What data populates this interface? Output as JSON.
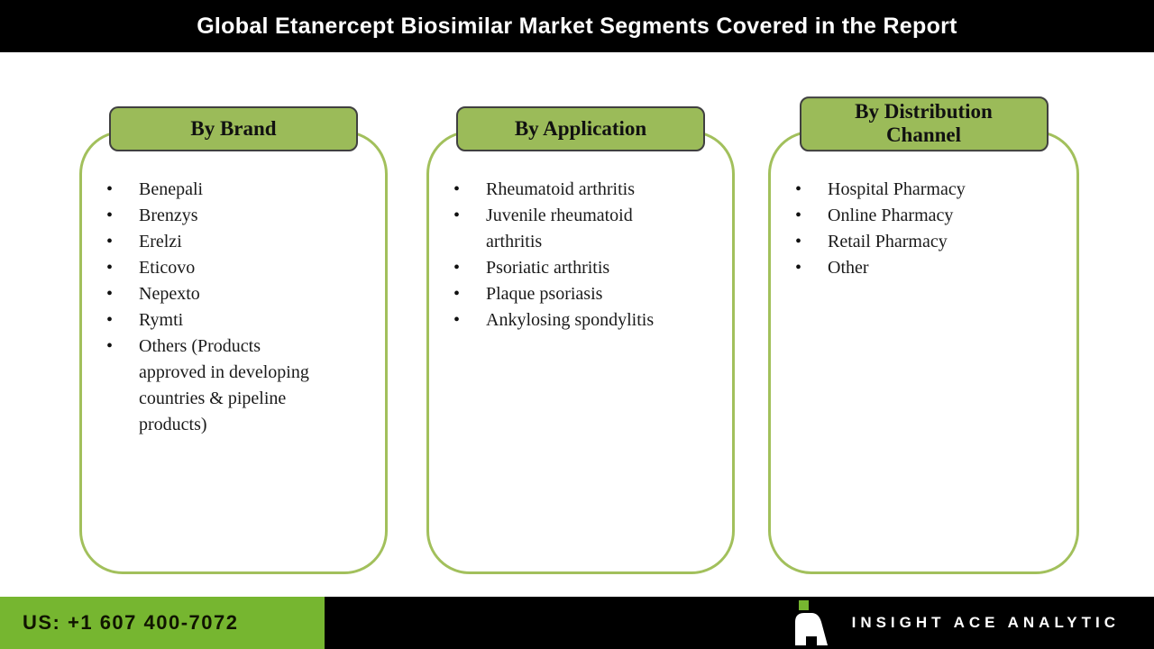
{
  "title": "Global Etanercept Biosimilar Market Segments Covered in the Report",
  "panels": [
    {
      "header": "By Brand",
      "items": [
        "Benepali",
        "Brenzys",
        "Erelzi",
        "Eticovo",
        "Nepexto",
        "Rymti",
        "Others (Products\napproved in developing\ncountries & pipeline\nproducts)"
      ]
    },
    {
      "header": "By Application",
      "items": [
        "Rheumatoid arthritis",
        "Juvenile rheumatoid\narthritis",
        "Psoriatic arthritis",
        "Plaque psoriasis",
        "Ankylosing spondylitis"
      ]
    },
    {
      "header": "By Distribution\nChannel",
      "items": [
        "Hospital Pharmacy",
        "Online Pharmacy",
        "Retail Pharmacy",
        "Other"
      ]
    }
  ],
  "footer": {
    "phone": "US: +1 607 400-7072",
    "brand": "INSIGHT ACE ANALYTIC",
    "logo": "insight-ace-analytic-logo"
  },
  "colors": {
    "title_bar_bg": "#000000",
    "title_text": "#ffffff",
    "header_fill": "#9bbb59",
    "header_border": "#404040",
    "panel_border": "#a2c05c",
    "footer_bg": "#000000",
    "footer_accent": "#76b630"
  }
}
